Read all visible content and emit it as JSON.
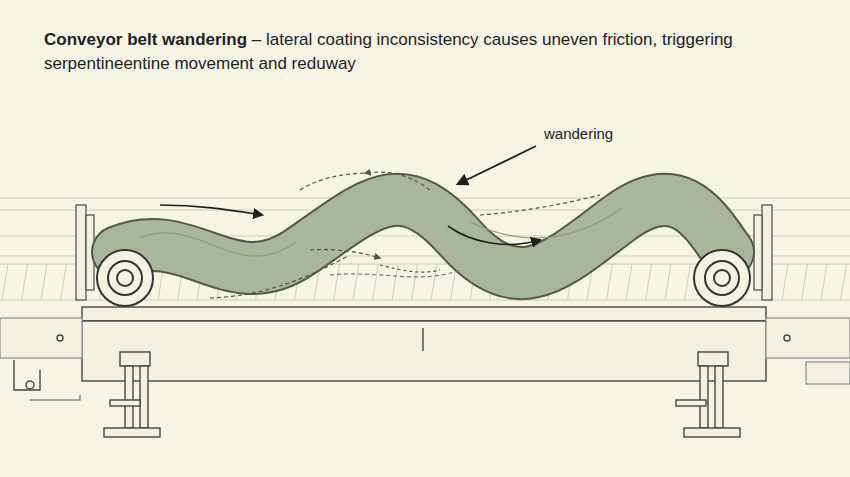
{
  "diagram": {
    "title": "Conveyor belt wandering",
    "labels": [
      "– lateral coating inconsistency causes uneven friction, triggering serpentineentine movement and reduway",
      "wandering"
    ]
  }
}
